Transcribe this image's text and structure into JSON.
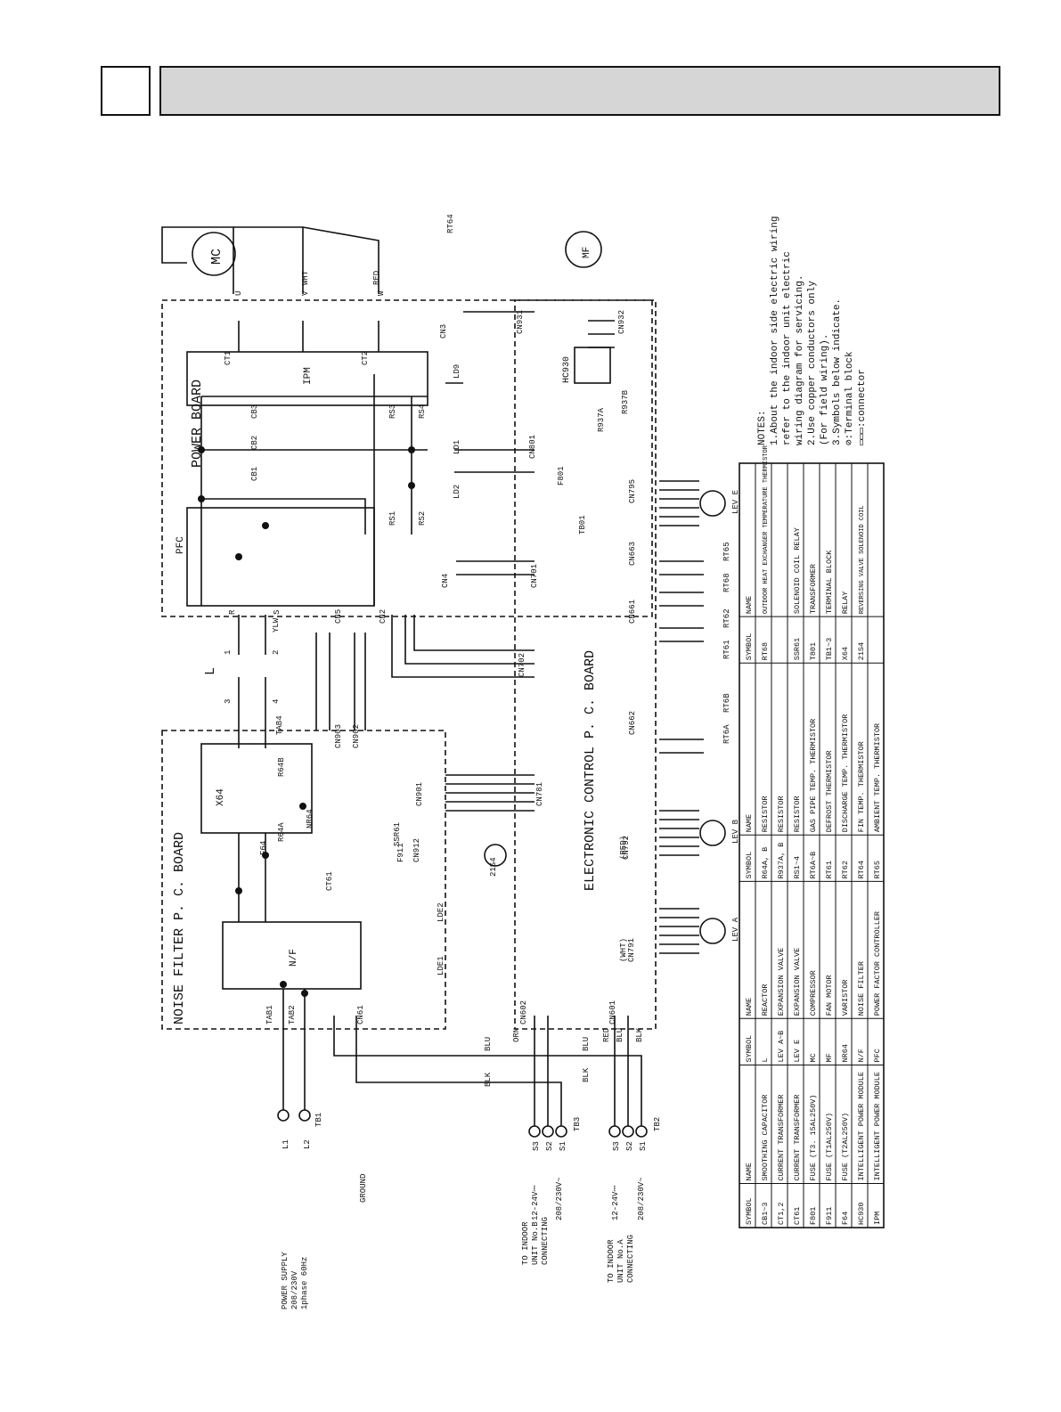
{
  "notes": {
    "heading": "NOTES:",
    "lines": [
      "1.About the indoor side electric wiring",
      "  refer to the indoor unit electric",
      "  wiring diagram for servicing.",
      "2.Use copper conductors only",
      "  (For field wiring).",
      "3.Symbols below indicate.",
      "  ⊘:Terminal block",
      "  ▭▭▭:connector"
    ]
  },
  "blocks": {
    "noise_filter": "NOISE FILTER P. C. BOARD",
    "power_board": "POWER BOARD",
    "electronic_control": "ELECTRONIC CONTROL P. C. BOARD",
    "ipm": "IPM",
    "nf": "N/F",
    "pfc": "PFC",
    "hc930": "HC930",
    "x64": "X64",
    "reactor": "L",
    "compressor_motor": "MC",
    "fan_motor": "MF"
  },
  "power_supply": {
    "label": [
      "POWER SUPPLY",
      "208/230V",
      "1phase 60Hz"
    ],
    "ground": "GROUND",
    "terminals": [
      "L1",
      "L2"
    ],
    "block": "TB1"
  },
  "indoor_b": {
    "label": [
      "TO INDOOR",
      "UNIT No.B",
      "CONNECTING"
    ],
    "voltages": [
      "12-24V⎓",
      "208/230V~"
    ],
    "terminals": [
      "S3",
      "S2",
      "S1"
    ],
    "block": "TB3"
  },
  "indoor_a": {
    "label": [
      "TO INDOOR",
      "UNIT No.A",
      "CONNECTING"
    ],
    "voltages": [
      "12-24V⎓",
      "208/230V~"
    ],
    "terminals": [
      "S3",
      "S2",
      "S1"
    ],
    "block": "TB2"
  },
  "diagram_labels": [
    "BLK",
    "BLU",
    "BLU",
    "BLK",
    "ORN",
    "RED",
    "BLU",
    "BLK",
    "TAB1",
    "TAB2",
    "CN61",
    "CN602",
    "CN601",
    "LDE1",
    "LDE2",
    "F911",
    "F64",
    "CT61",
    "SSR61",
    "CN912",
    "21S4",
    "NR64",
    "R64A",
    "R64B",
    "TAB4",
    "CN901",
    "CN781",
    "CN903",
    "CN902",
    "CN5",
    "CN2",
    "CN702",
    "CN701",
    "CN4",
    "CN801",
    "F801",
    "TB01",
    "LD1",
    "LD2",
    "LD9",
    "RS1",
    "RS2",
    "RS3",
    "RS4",
    "CB1",
    "CB2",
    "CB3",
    "CT1",
    "CT2",
    "U",
    "V",
    "W",
    "WHT",
    "RED",
    "YLW",
    "R",
    "S",
    "CN3",
    "RT64",
    "CN931",
    "CN932",
    "R937A",
    "R937B",
    "CN791",
    "CN792",
    "CN662",
    "CN661",
    "CN663",
    "CN795",
    "RT6A",
    "RT6B",
    "RT61",
    "RT62",
    "RT68",
    "RT65",
    "LEV A",
    "LEV B",
    "LEV E",
    "(WHT)",
    "(RED)",
    "1",
    "2",
    "3",
    "4"
  ],
  "legend": {
    "headers": [
      "SYMBOL",
      "NAME",
      "SYMBOL",
      "NAME",
      "SYMBOL",
      "NAME",
      "SYMBOL",
      "NAME"
    ],
    "rows": [
      [
        "CB1~3",
        "SMOOTHING CAPACITOR",
        "L",
        "REACTOR",
        "R64A, B",
        "RESISTOR",
        "RT68",
        "OUTDOOR HEAT EXCHANGER TEMPERATURE THERMISTOR"
      ],
      [
        "CT1,2",
        "CURRENT TRANSFORMER",
        "LEV A~B",
        "EXPANSION VALVE",
        "R937A, B",
        "RESISTOR",
        "",
        ""
      ],
      [
        "CT61",
        "CURRENT TRANSFORMER",
        "LEV E",
        "EXPANSION VALVE",
        "RS1~4",
        "RESISTOR",
        "SSR61",
        "SOLENOID COIL RELAY"
      ],
      [
        "F801",
        "FUSE (T3. 15AL250V)",
        "MC",
        "COMPRESSOR",
        "RT6A~B",
        "GAS PIPE TEMP. THERMISTOR",
        "T801",
        "TRANSFORMER"
      ],
      [
        "F911",
        "FUSE (T1AL250V)",
        "MF",
        "FAN MOTOR",
        "RT61",
        "DEFROST THERMISTOR",
        "TB1~3",
        "TERMINAL BLOCK"
      ],
      [
        "F64",
        "FUSE (T2AL250V)",
        "NR64",
        "VARISTOR",
        "RT62",
        "DISCHARGE TEMP. THERMISTOR",
        "X64",
        "RELAY"
      ],
      [
        "HC930",
        "INTELLIGENT POWER MODULE",
        "N/F",
        "NOISE FILTER",
        "RT64",
        "FIN TEMP. THERMISTOR",
        "21S4",
        "REVERSING VALVE SOLENOID COIL"
      ],
      [
        "IPM",
        "INTELLIGENT POWER MODULE",
        "PFC",
        "POWER FACTOR CONTROLLER",
        "RT65",
        "AMBIENT TEMP. THERMISTOR",
        "",
        ""
      ]
    ]
  }
}
